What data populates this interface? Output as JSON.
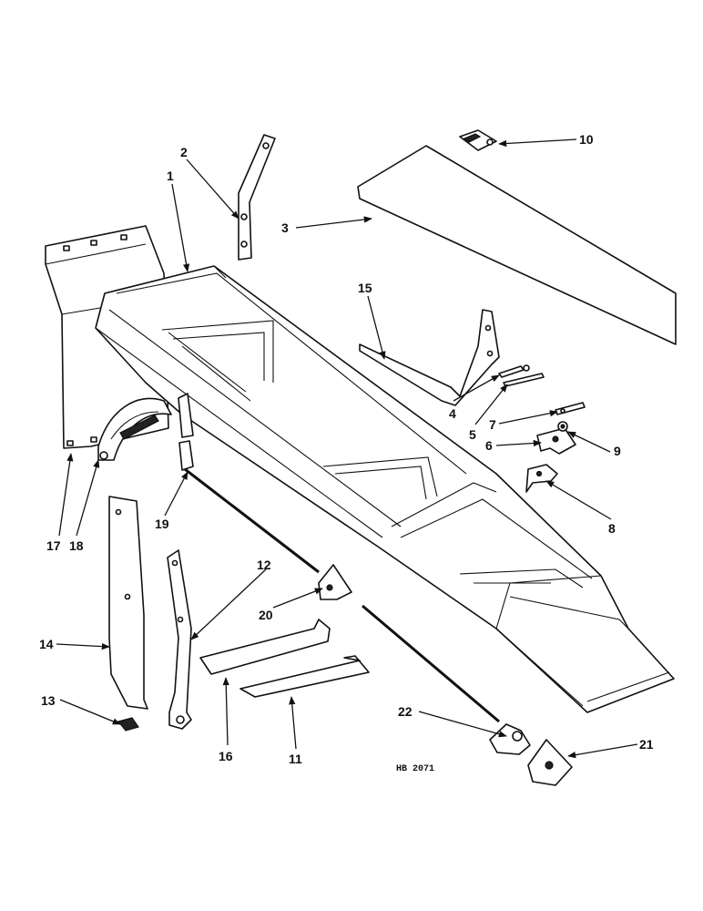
{
  "drawing_code": "HB 2071",
  "callouts": {
    "c1": "1",
    "c2": "2",
    "c3": "3",
    "c4": "4",
    "c5": "5",
    "c6": "6",
    "c7": "7",
    "c8": "8",
    "c9": "9",
    "c10": "10",
    "c11": "11",
    "c12": "12",
    "c13": "13",
    "c14": "14",
    "c15": "15",
    "c16": "16",
    "c17": "17",
    "c18": "18",
    "c19": "19",
    "c20": "20",
    "c21": "21",
    "c22": "22"
  }
}
